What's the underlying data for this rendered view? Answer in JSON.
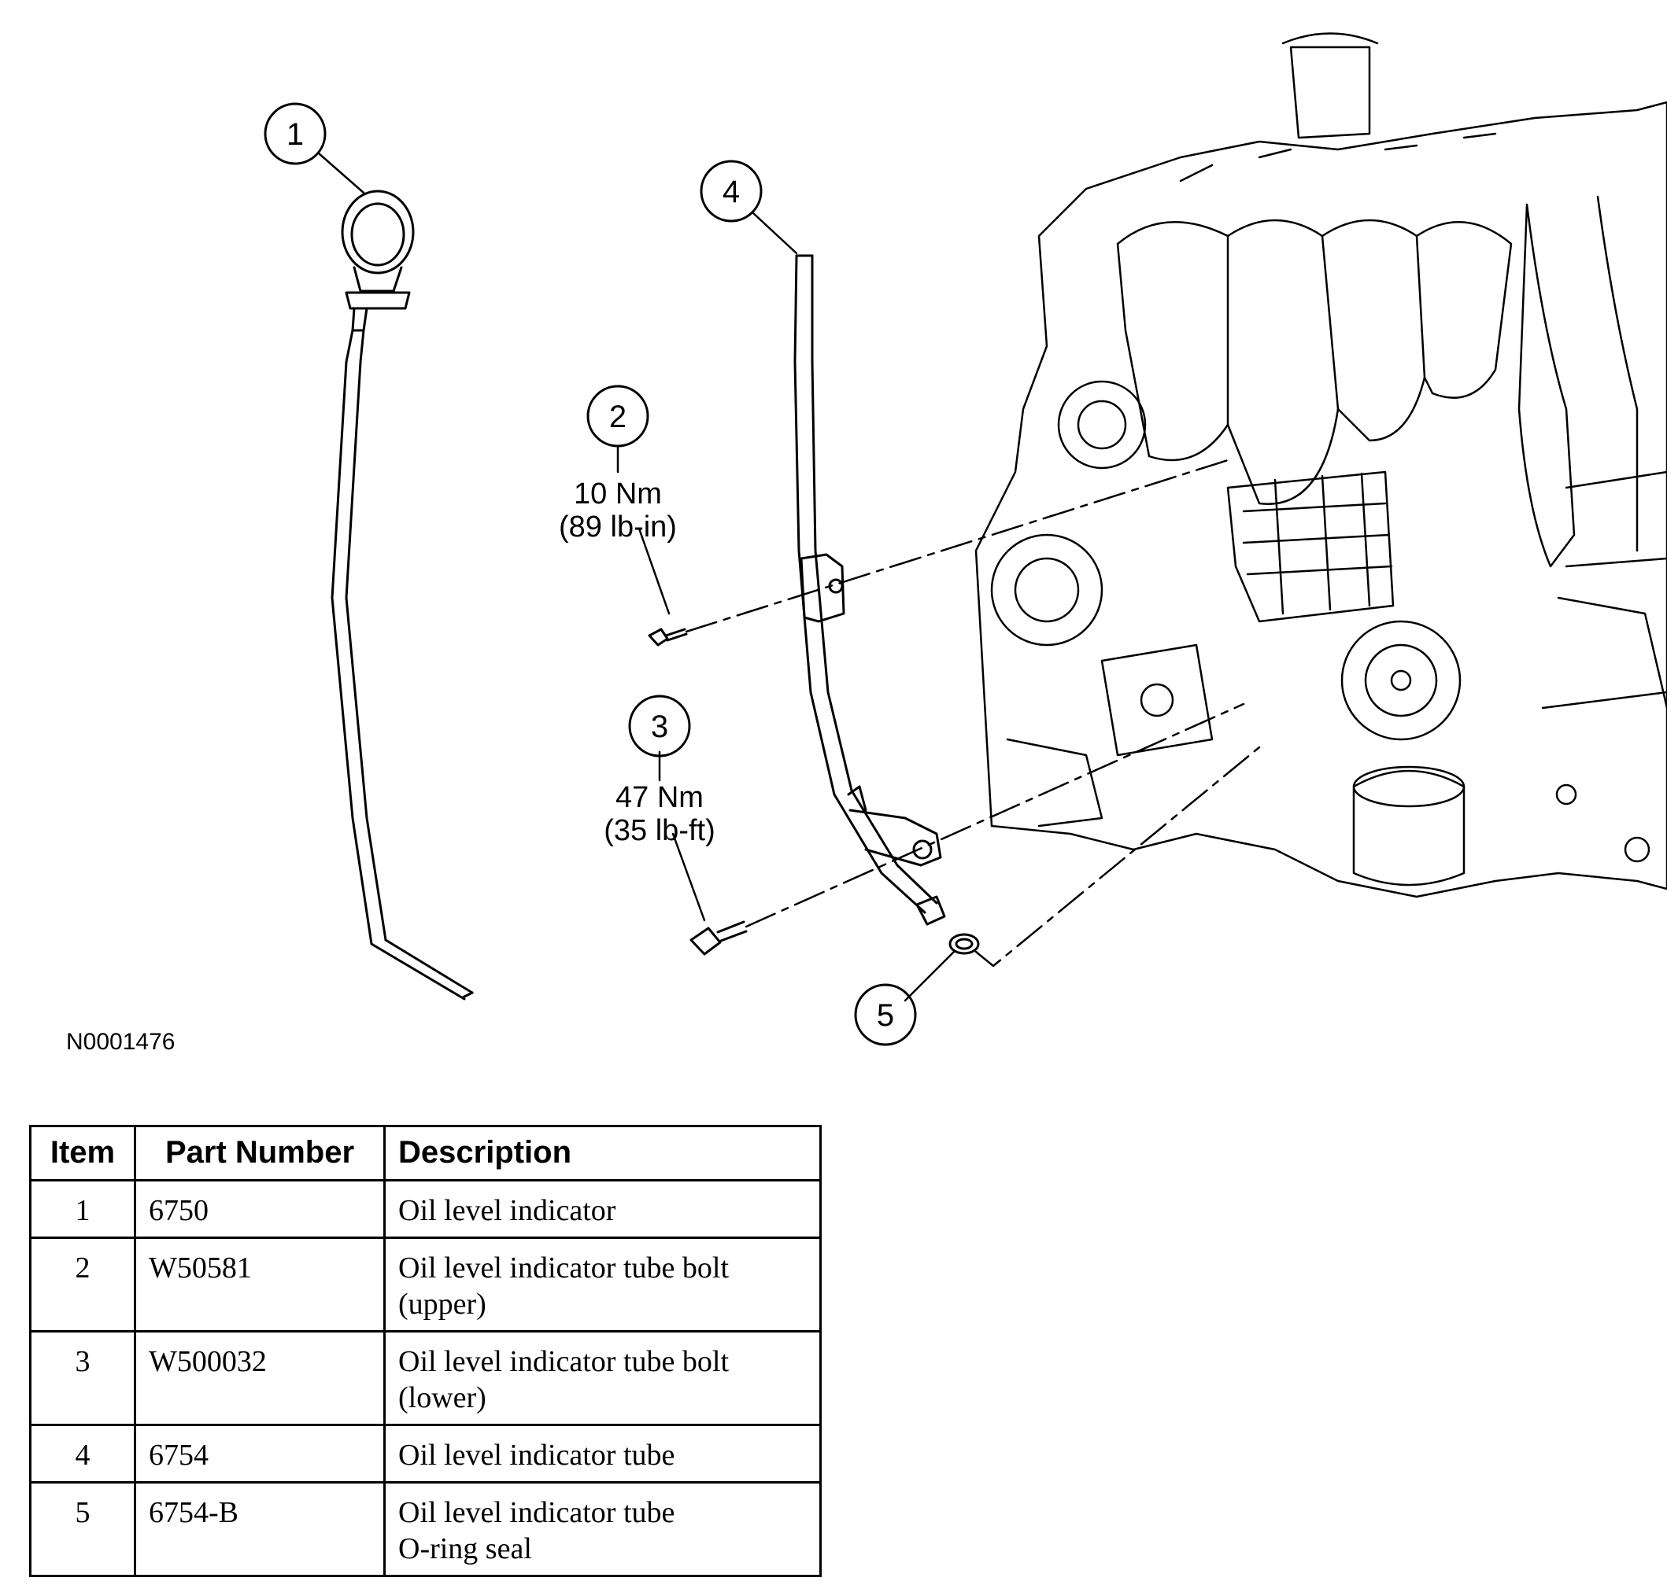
{
  "figure_id": "N0001476",
  "callouts": [
    {
      "number": "1"
    },
    {
      "number": "2",
      "torque": [
        "10 Nm",
        "(89 lb-in)"
      ]
    },
    {
      "number": "3",
      "torque": [
        "47 Nm",
        "(35 lb-ft)"
      ]
    },
    {
      "number": "4"
    },
    {
      "number": "5"
    }
  ],
  "table": {
    "headers": [
      "Item",
      "Part Number",
      "Description"
    ],
    "rows": [
      {
        "item": "1",
        "part": "6750",
        "desc": [
          "Oil level indicator"
        ]
      },
      {
        "item": "2",
        "part": "W50581",
        "desc": [
          "Oil level indicator tube bolt",
          "(upper)"
        ]
      },
      {
        "item": "3",
        "part": "W500032",
        "desc": [
          "Oil level indicator tube bolt",
          "(lower)"
        ]
      },
      {
        "item": "4",
        "part": "6754",
        "desc": [
          "Oil level indicator tube"
        ]
      },
      {
        "item": "5",
        "part": "6754-B",
        "desc": [
          "Oil level indicator tube",
          "O-ring seal"
        ]
      }
    ]
  }
}
